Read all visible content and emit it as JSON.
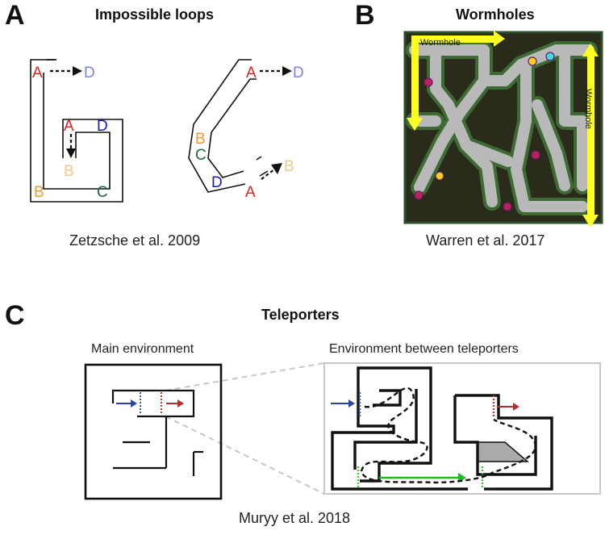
{
  "panel_a": {
    "letter": "A",
    "title": "Impossible loops",
    "credit": "Zetzsche et al. 2009",
    "labels": {
      "a": "A",
      "b": "B",
      "c": "C",
      "d": "D"
    },
    "colors": {
      "a": "#e8201c",
      "d": "#7f7fe8",
      "b": "#f29a2e",
      "b_light": "#f3c88e",
      "c": "#1b6a3a",
      "d_dark": "#1a1acc"
    }
  },
  "panel_b": {
    "letter": "B",
    "title": "Wormholes",
    "credit": "Warren et al. 2017",
    "wormhole_top": "Wormhole",
    "wormhole_right": "Wormhole",
    "colors": {
      "background": "#2b2b1c",
      "path": "#b9b9b9",
      "arrow": "#ffff22",
      "border": "#2e4d2a"
    }
  },
  "panel_c": {
    "letter": "C",
    "title": "Teleporters",
    "main_label": "Main environment",
    "between_label": "Environment between teleporters",
    "credit": "Muryy et al. 2018",
    "colors": {
      "blue": "#2a46a8",
      "red": "#b33030",
      "green": "#22bb22"
    }
  }
}
